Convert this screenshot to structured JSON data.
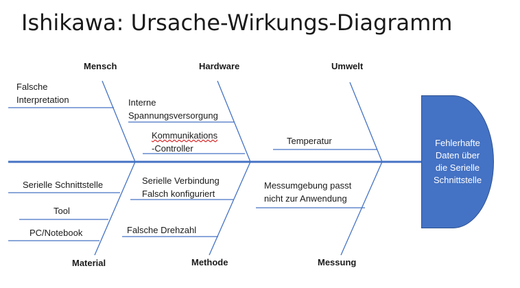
{
  "title": {
    "bold": "Ishikawa:",
    "rest": " Ursache-Wirkungs-Diagramm"
  },
  "effect": "Fehlerhafte\nDaten über\ndie Serielle\nSchnittstelle",
  "categories": {
    "mensch": "Mensch",
    "hardware": "Hardware",
    "umwelt": "Umwelt",
    "material": "Material",
    "methode": "Methode",
    "messung": "Messung"
  },
  "causes": {
    "mensch": [
      "Falsche\nInterpretation"
    ],
    "hardware": [
      "Interne\nSpannungsversorgung",
      "-Controller"
    ],
    "hardware_squiggle_word": "Kommunikations",
    "umwelt": [
      "Temperatur"
    ],
    "material": [
      "Serielle Schnittstelle",
      "Tool",
      "PC/Notebook"
    ],
    "methode": [
      "Serielle Verbindung\nFalsch konfiguriert",
      "Falsche Drehzahl"
    ],
    "messung": [
      "Messumgebung passt\nnicht zur Anwendung"
    ]
  },
  "colors": {
    "spine": "#4472c4",
    "bone": "#4472c4",
    "effect_fill": "#4472c4",
    "effect_text": "#ffffff"
  }
}
